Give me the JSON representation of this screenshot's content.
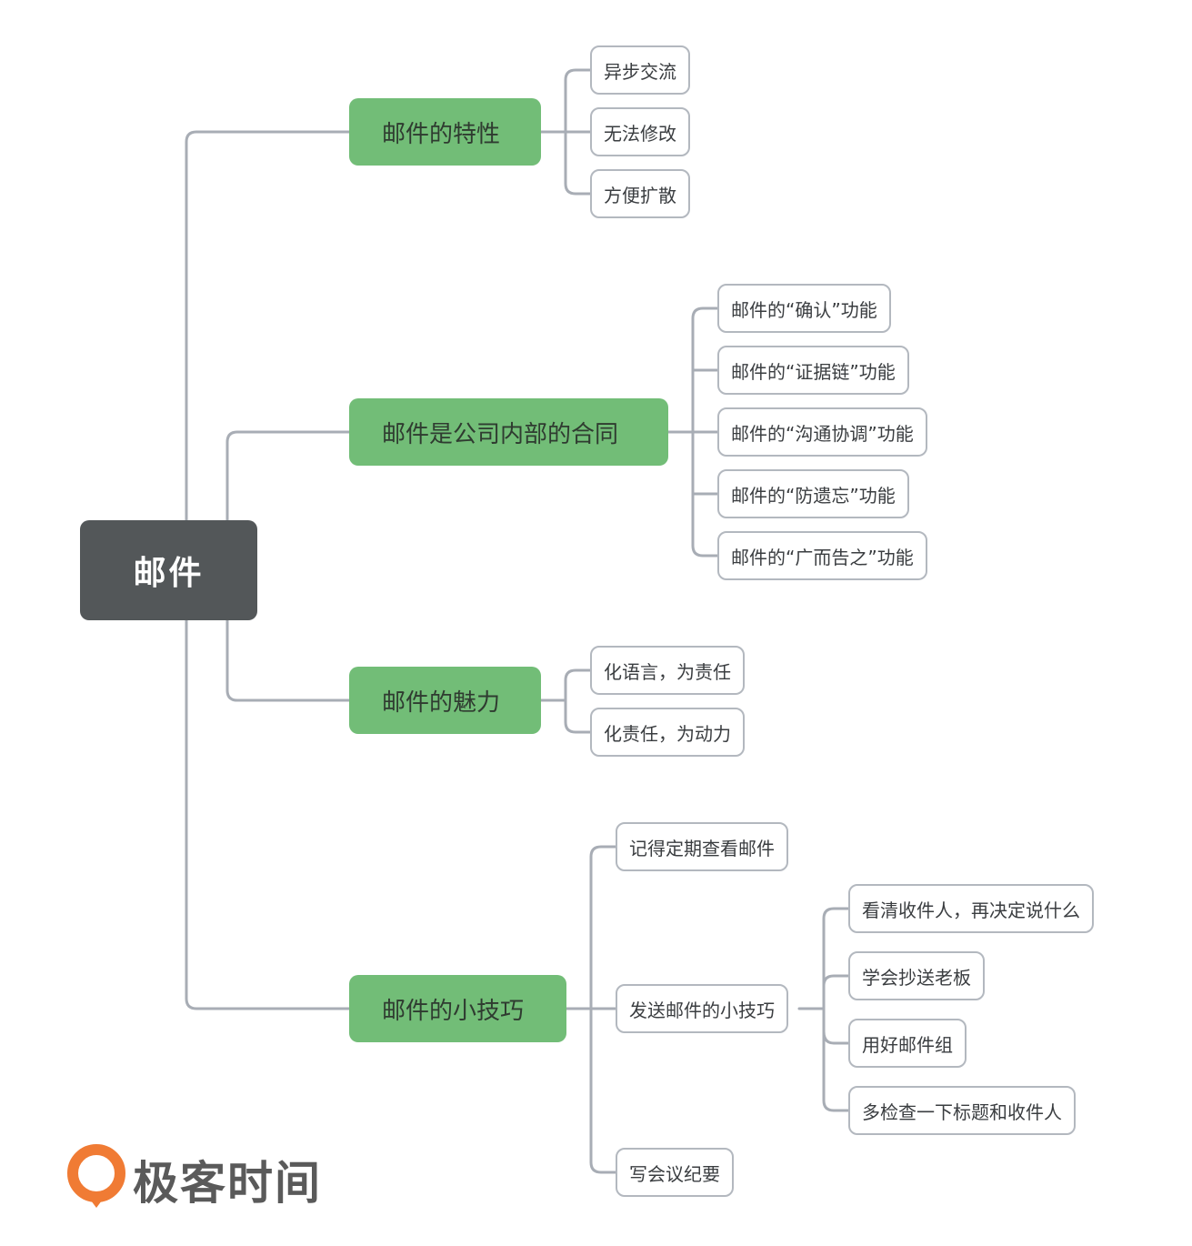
{
  "root": "邮件",
  "branches": [
    {
      "label": "邮件的特性",
      "children": [
        "异步交流",
        "无法修改",
        "方便扩散"
      ]
    },
    {
      "label": "邮件是公司内部的合同",
      "children": [
        "邮件的“确认”功能",
        "邮件的“证据链”功能",
        "邮件的“沟通协调”功能",
        "邮件的“防遗忘”功能",
        "邮件的“广而告之”功能"
      ]
    },
    {
      "label": "邮件的魅力",
      "children": [
        "化语言，为责任",
        "化责任，为动力"
      ]
    },
    {
      "label": "邮件的小技巧",
      "children": [
        {
          "label": "记得定期查看邮件"
        },
        {
          "label": "发送邮件的小技巧",
          "children": [
            "看清收件人，再决定说什么",
            "学会抄送老板",
            "用好邮件组",
            "多检查一下标题和收件人"
          ]
        },
        {
          "label": "写会议纪要"
        }
      ]
    }
  ],
  "logo": {
    "text": "极客时间"
  },
  "colors": {
    "root": "#535759",
    "branch": "#72bd77",
    "leaf_border": "#b3b8bf",
    "line": "#a8adb5",
    "logo_orange": "#f07b34"
  }
}
